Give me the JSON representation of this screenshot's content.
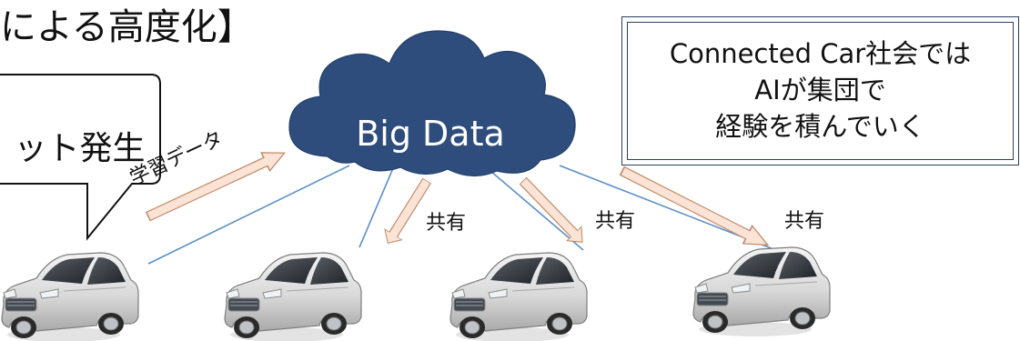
{
  "heading": "による高度化】",
  "callout": {
    "text": "ット発生"
  },
  "cloud": {
    "label": "Big Data",
    "color": "#2e4d7d"
  },
  "note": {
    "lines": [
      "Connected Car社会では",
      "AIが集団で",
      "経験を積んでいく"
    ]
  },
  "arrows": {
    "learning_label": "学習データ",
    "share_label": "共有",
    "fill_color": "#fbe4d5",
    "stroke_color": "#c28b6a"
  },
  "connection_color": "#5b8fc9",
  "cars": [
    {
      "name": "car-1"
    },
    {
      "name": "car-2"
    },
    {
      "name": "car-3"
    },
    {
      "name": "car-4"
    }
  ]
}
